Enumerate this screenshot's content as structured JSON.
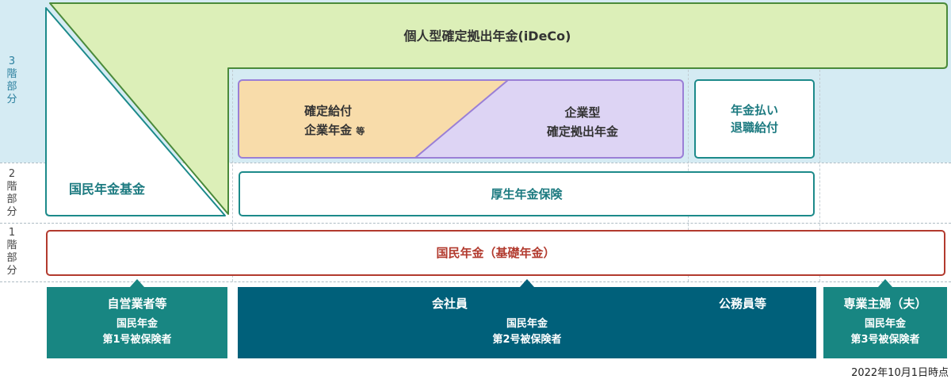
{
  "tiers": {
    "third": [
      "3",
      "階",
      "部",
      "分"
    ],
    "second": [
      "2",
      "階",
      "部",
      "分"
    ],
    "first": [
      "1",
      "階",
      "部",
      "分"
    ]
  },
  "ideco": "個人型確定拠出年金(iDeCo)",
  "national_pension_fund": "国民年金基金",
  "db_line1": "確定給付",
  "db_line2": "企業年金",
  "db_etc": "等",
  "dc_line1": "企業型",
  "dc_line2": "確定拠出年金",
  "retirement_line1": "年金払い",
  "retirement_line2": "退職給付",
  "employees_pension": "厚生年金保険",
  "basic_pension": "国民年金（基礎年金）",
  "groups": {
    "first": {
      "title": "自営業者等",
      "sub1": "国民年金",
      "sub2": "第1号被保険者"
    },
    "second": {
      "title_left": "会社員",
      "title_right": "公務員等",
      "sub1": "国民年金",
      "sub2": "第2号被保険者"
    },
    "third": {
      "title": "専業主婦（夫）",
      "sub1": "国民年金",
      "sub2": "第3号被保険者"
    }
  },
  "as_of": "2022年10月1日時点",
  "colors": {
    "ideco_fill": "#dcefb8",
    "ideco_border": "#4a8a3a",
    "db_fill": "#f8dcaa",
    "dc_fill": "#ddd4f4",
    "dc_border": "#9a7fd6",
    "teal": "#1c8a8a",
    "navy_teal": "#00607a",
    "red": "#b23a2e",
    "band3": "#d5ebf3"
  }
}
